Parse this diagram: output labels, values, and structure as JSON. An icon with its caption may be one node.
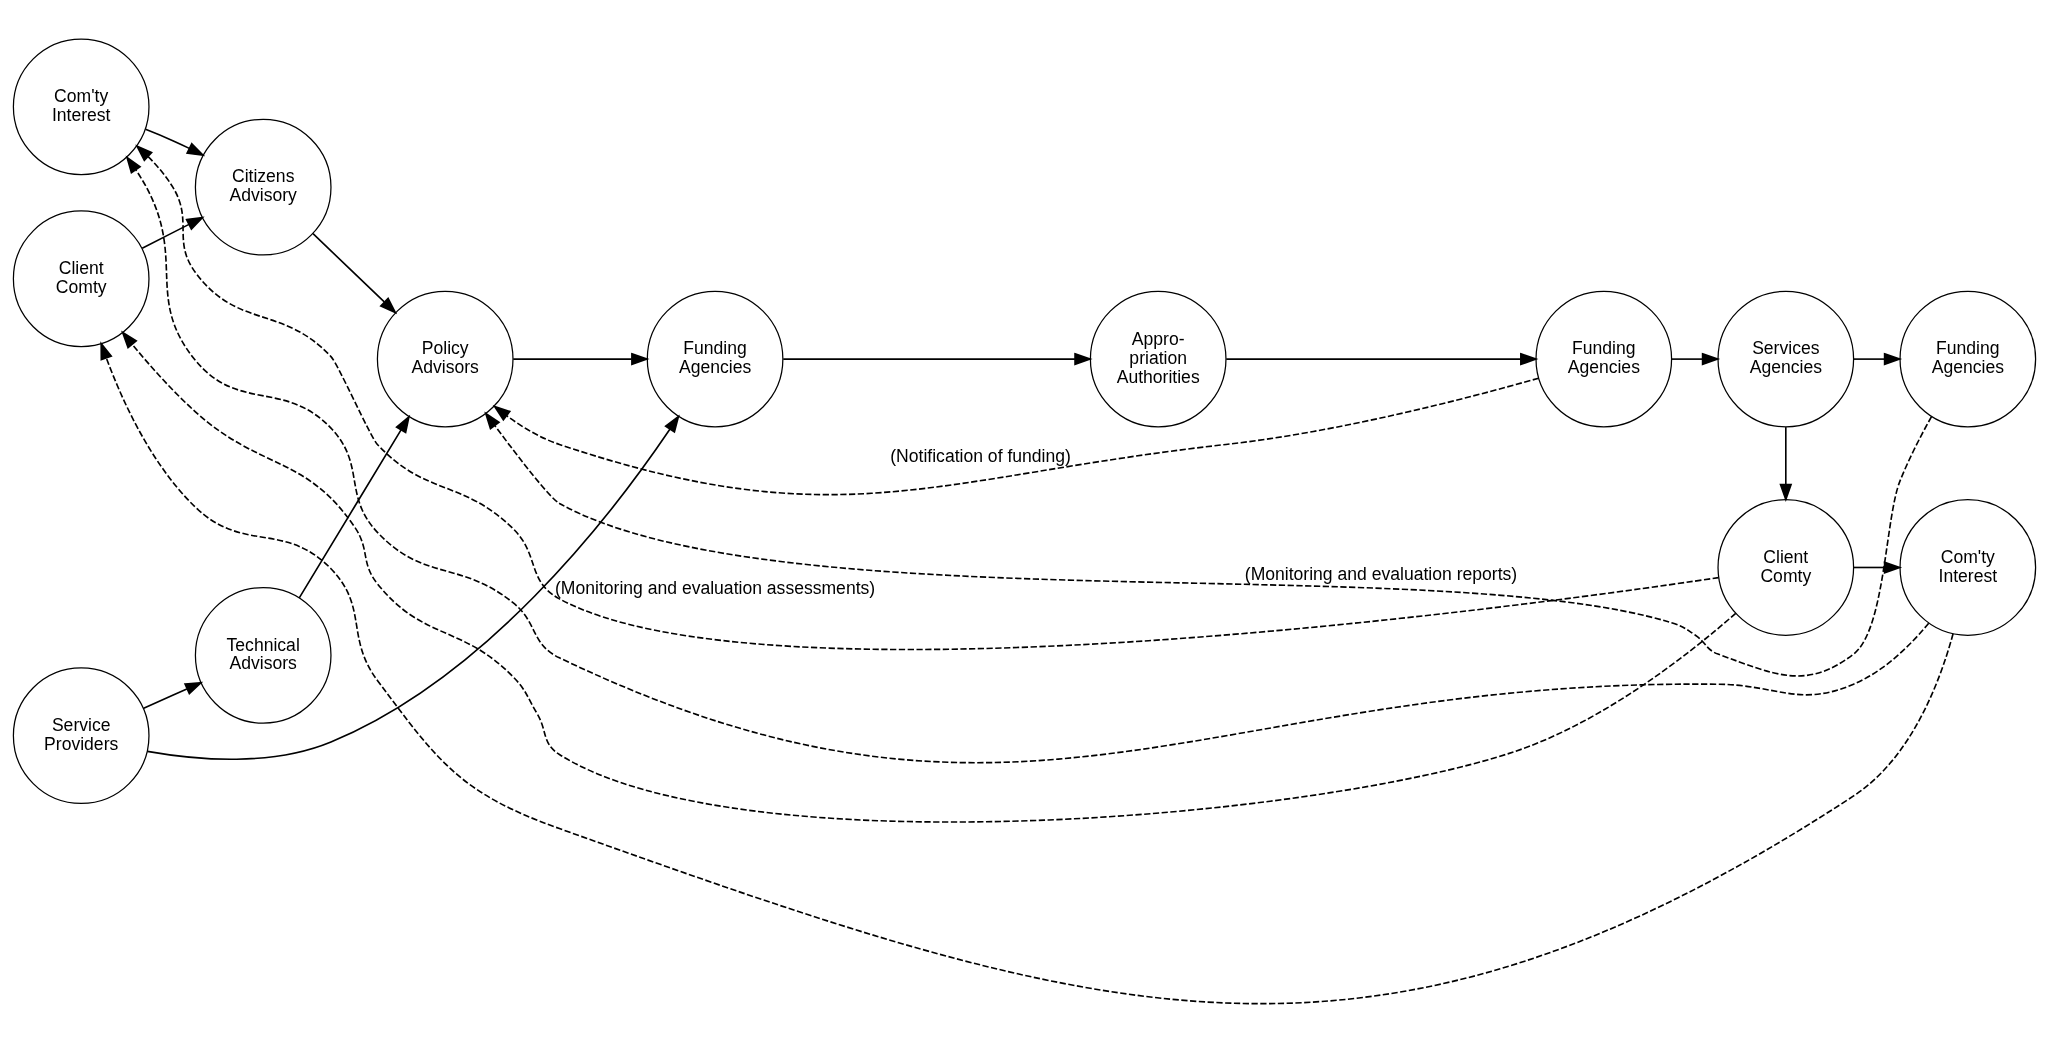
{
  "diagram": {
    "nodes": [
      {
        "text": [
          "Com'ty Interest"
        ]
      },
      {
        "text": [
          "Client Comty"
        ]
      },
      {
        "text": [
          "Citizens Advisory"
        ]
      },
      {
        "text": [
          "Technical Advisors"
        ]
      },
      {
        "text": [
          "Service Providers"
        ]
      },
      {
        "text": [
          "Policy Advisors"
        ]
      },
      {
        "text": [
          "Funding Agencies"
        ]
      },
      {
        "text": [
          "Appro- priation Authorities"
        ]
      },
      {
        "text": [
          "Funding Agencies"
        ]
      },
      {
        "text": [
          "Services Agencies"
        ]
      },
      {
        "text": [
          "Funding Agencies"
        ]
      },
      {
        "text": [
          "Client Comty"
        ]
      },
      {
        "text": [
          "Com'ty Interest"
        ]
      }
    ],
    "edges": [
      {
        "from": 0,
        "to": 2,
        "arrow": "to"
      },
      {
        "from": 1,
        "to": 2,
        "arrow": "to"
      },
      {
        "from": 2,
        "to": 5,
        "arrow": "to"
      },
      {
        "from": 3,
        "to": 5,
        "arrow": "to"
      },
      {
        "from": 4,
        "to": 3,
        "arrow": "to"
      },
      {
        "from": 4,
        "to": 6,
        "arrow": "to"
      },
      {
        "from": 5,
        "to": 6,
        "arrow": "to"
      },
      {
        "from": 6,
        "to": 7,
        "arrow": "to"
      },
      {
        "from": 7,
        "to": 8,
        "arrow": "to"
      },
      {
        "from": 8,
        "to": 9,
        "arrow": "to"
      },
      {
        "from": 9,
        "to": 10,
        "arrow": "to"
      },
      {
        "from": 9,
        "to": 11,
        "arrow": "to"
      },
      {
        "from": 11,
        "to": 12,
        "arrow": "to"
      },
      {
        "from": 10,
        "to": 5,
        "arrow": "to",
        "style": "dashed",
        "label": "(Monitoring and evaluation reports)"
      },
      {
        "from": 8,
        "to": 5,
        "arrow": "to",
        "style": "dashed",
        "label": "(Notification of funding)"
      },
      {
        "from": 11,
        "to": 0,
        "arrow": "to",
        "style": "dashed",
        "label": "(Monitoring and evaluation assessments)"
      },
      {
        "from": 11,
        "to": 1,
        "arrow": "to",
        "style": "dashed"
      },
      {
        "from": 12,
        "to": 0,
        "arrow": "to",
        "style": "dashed"
      },
      {
        "from": 12,
        "to": 1,
        "arrow": "to",
        "style": "dashed"
      }
    ]
  }
}
